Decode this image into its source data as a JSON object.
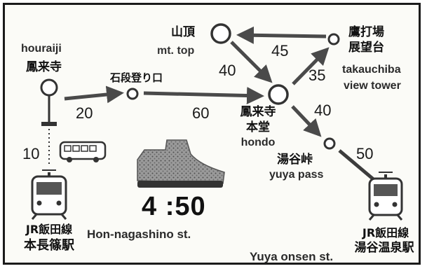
{
  "stations": {
    "houraiji": {
      "en": "houraiji",
      "jp": "鳳来寺"
    },
    "ishidan": {
      "jp": "石段登り口"
    },
    "sancho": {
      "jp": "山頂",
      "en": "mt. top"
    },
    "takauchiba": {
      "jp1": "鷹打場",
      "jp2": "展望台",
      "en1": "takauchiba",
      "en2": "view tower"
    },
    "hondo": {
      "jp1": "鳳来寺",
      "jp2": "本堂",
      "en": "hondo"
    },
    "yuya": {
      "jp": "湯谷峠",
      "en": "yuya pass"
    },
    "nagashino": {
      "jp1": "JR飯田線",
      "jp2": "本長篠駅",
      "en": "Hon-nagashino st."
    },
    "yuya_onsen": {
      "jp1": "JR飯田線",
      "jp2": "湯谷温泉駅",
      "en": "Yuya onsen st."
    }
  },
  "times": {
    "bus": "10",
    "houraiji_ishidan": "20",
    "ishidan_hondo": "60",
    "hondo_sancho": "40",
    "takauchiba_sancho": "45",
    "hondo_takauchiba": "35",
    "hondo_yuya": "40",
    "yuya_onsen": "50"
  },
  "total_time": "4 :50",
  "colors": {
    "line": "#3c3c3c",
    "arrow": "#4a4a4a",
    "frame": "#1b1b1b"
  },
  "icons": [
    "bus-stop-sign-icon",
    "bus-icon",
    "train-icon",
    "hiking-shoe-icon"
  ]
}
